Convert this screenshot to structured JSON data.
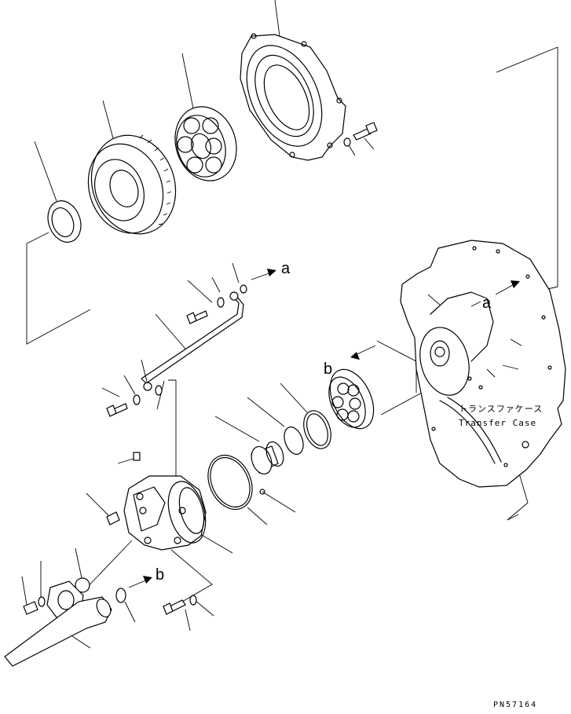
{
  "labels": {
    "arrow_a_top": "a",
    "arrow_a_case": "a",
    "arrow_b_case": "b",
    "arrow_b_bottom": "b"
  },
  "case_label": {
    "japanese": "トランスファケース",
    "english": "Transfer Case"
  },
  "drawing_code": "PN57164",
  "colors": {
    "line": "#000000",
    "background": "#ffffff"
  }
}
